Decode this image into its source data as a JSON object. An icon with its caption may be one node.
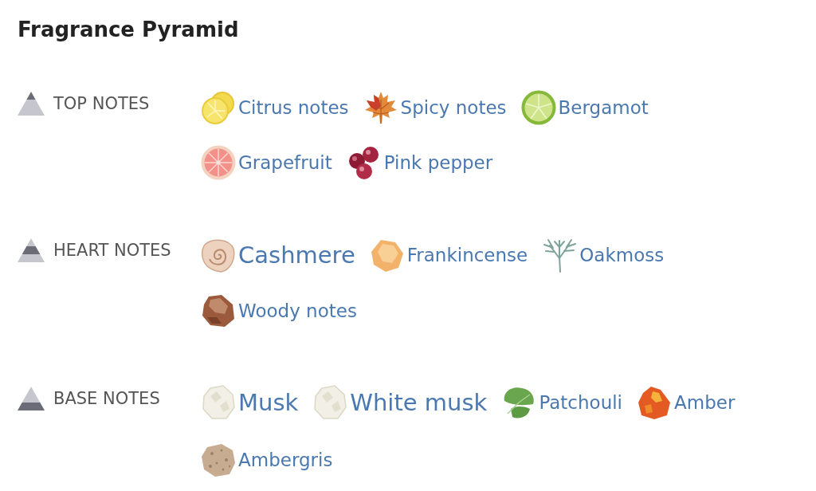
{
  "diagram": {
    "title": "Fragrance Pyramid",
    "labels": [
      "TOP NOTES",
      "Citrus notes",
      "Spicy notes",
      "Bergamot",
      "Grapefruit",
      "Pink pepper",
      "HEART NOTES",
      "Cashmere",
      "Frankincense",
      "Oakmoss",
      "Woody notes",
      "BASE NOTES",
      "Musk",
      "White musk",
      "Patchouli",
      "Amber",
      "Ambergris"
    ]
  }
}
